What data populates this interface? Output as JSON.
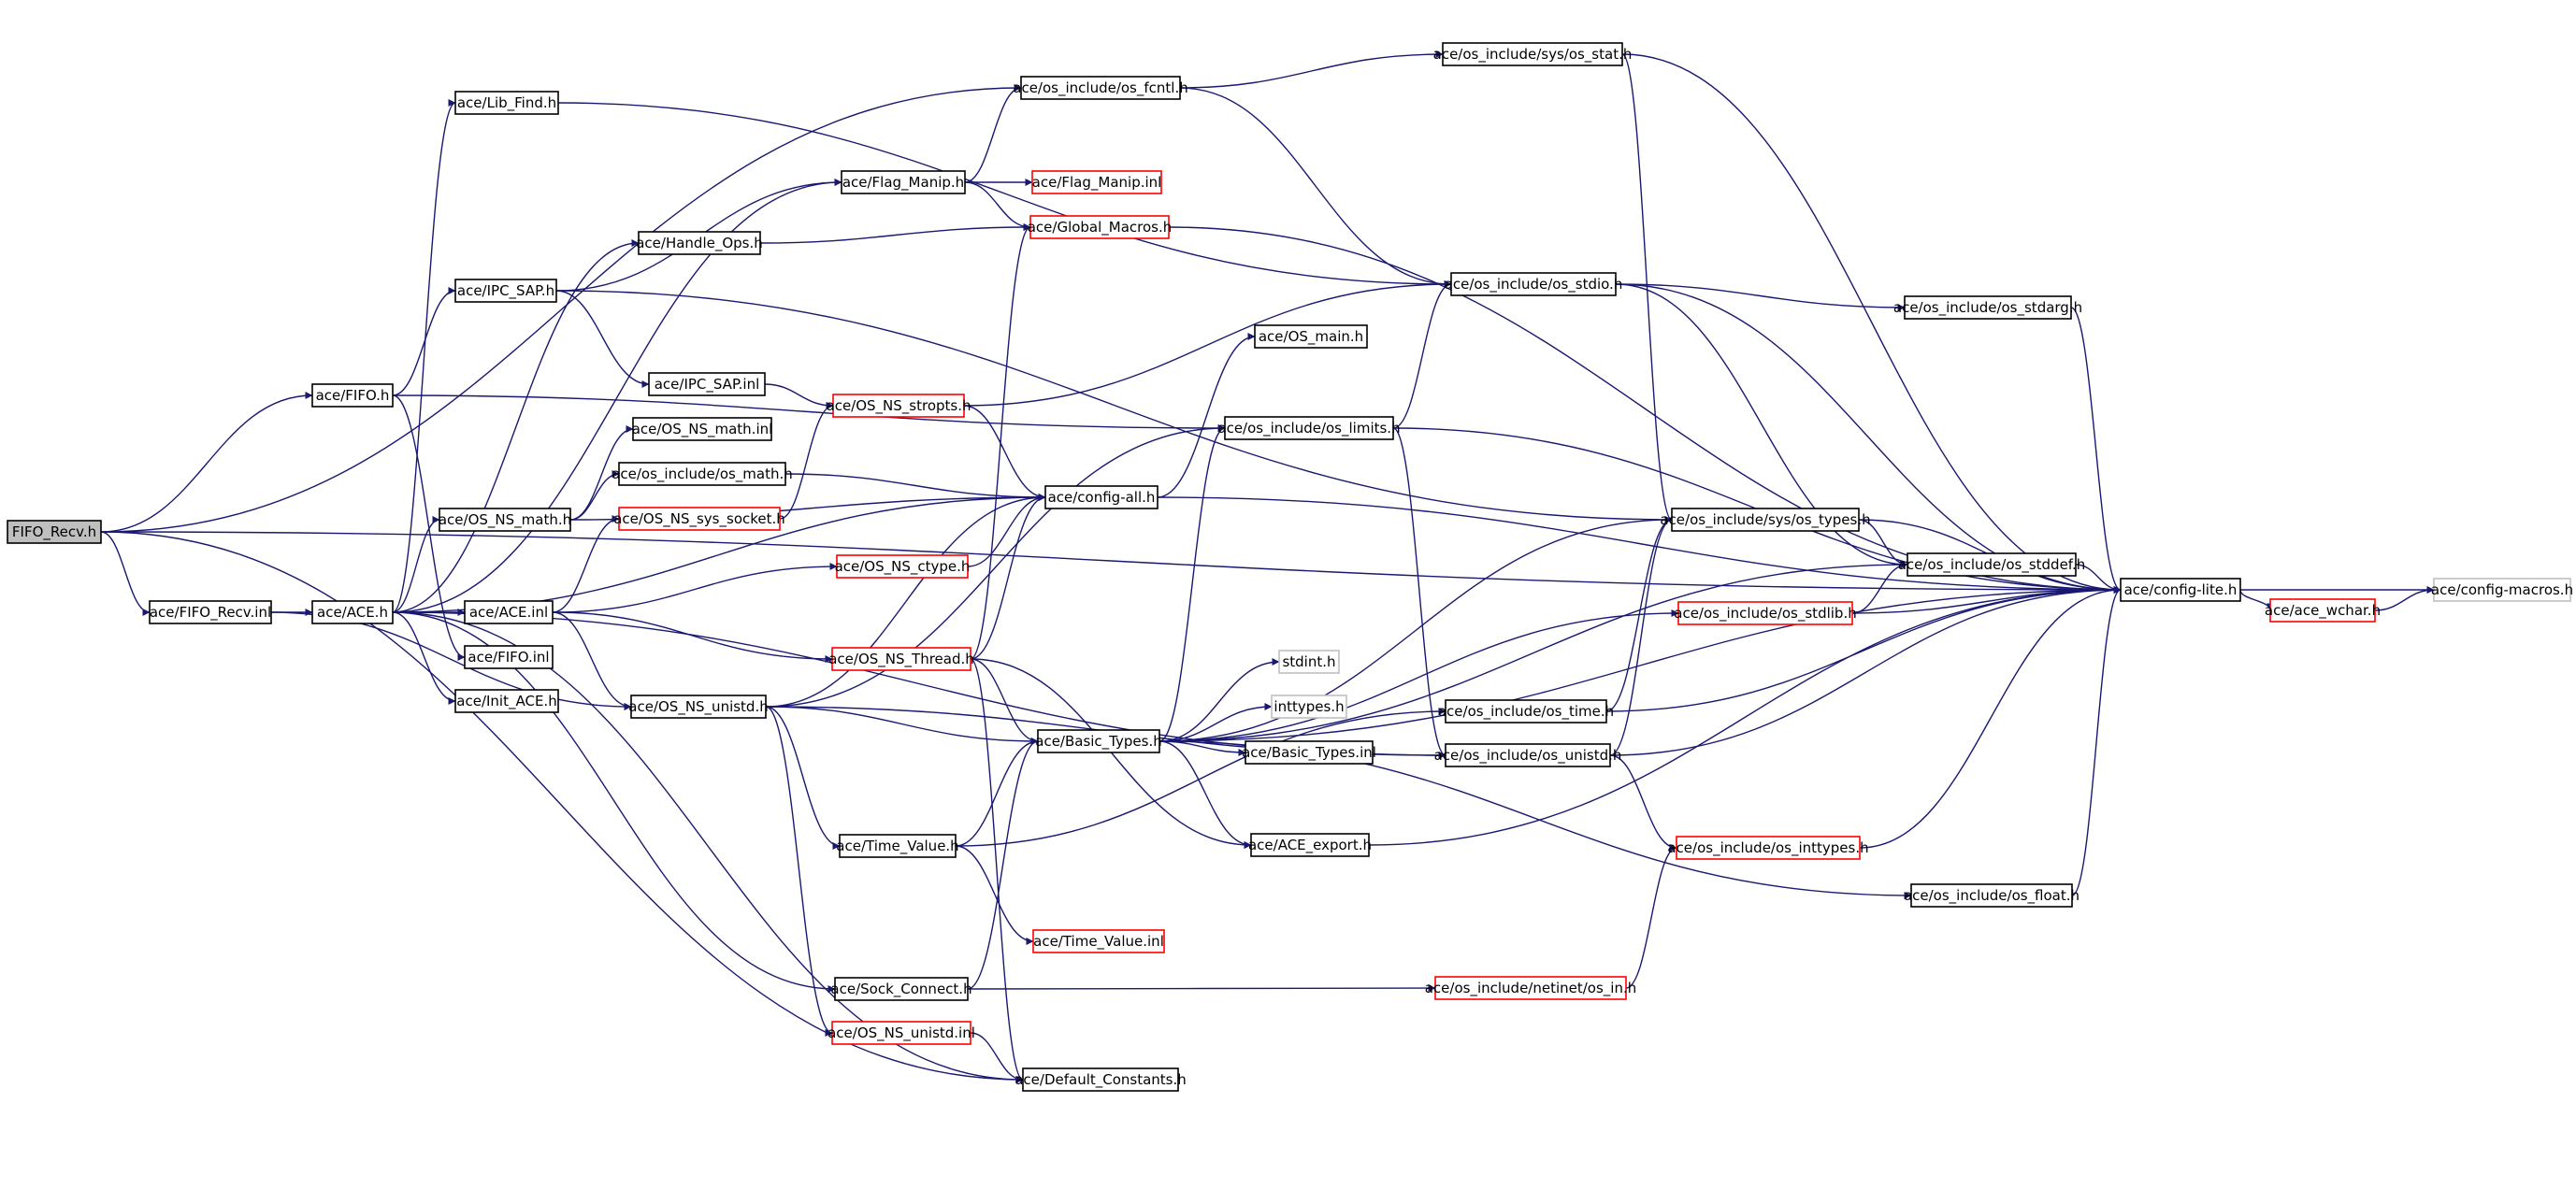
{
  "colors": {
    "edge": "#191970",
    "border_default": "#000000",
    "border_truncated": "#ff0000",
    "border_external": "#bfbfbf",
    "root_fill": "#bfbfbf",
    "node_fill": "#ffffff"
  },
  "nodes": [
    {
      "id": "n0",
      "label": "FIFO_Recv.h",
      "style": "root"
    },
    {
      "id": "n1",
      "label": "ace/FIFO.h",
      "style": "normal"
    },
    {
      "id": "n2",
      "label": "ace/FIFO_Recv.inl",
      "style": "normal"
    },
    {
      "id": "n3",
      "label": "ace/ACE.h",
      "style": "normal"
    },
    {
      "id": "n4",
      "label": "ace/Lib_Find.h",
      "style": "normal"
    },
    {
      "id": "n5",
      "label": "ace/IPC_SAP.h",
      "style": "normal"
    },
    {
      "id": "n6",
      "label": "ace/OS_NS_math.h",
      "style": "normal"
    },
    {
      "id": "n7",
      "label": "ace/ACE.inl",
      "style": "normal"
    },
    {
      "id": "n8",
      "label": "ace/FIFO.inl",
      "style": "normal"
    },
    {
      "id": "n9",
      "label": "ace/Init_ACE.h",
      "style": "normal"
    },
    {
      "id": "n10",
      "label": "ace/Flag_Manip.h",
      "style": "normal"
    },
    {
      "id": "n11",
      "label": "ace/Handle_Ops.h",
      "style": "normal"
    },
    {
      "id": "n12",
      "label": "ace/IPC_SAP.inl",
      "style": "normal"
    },
    {
      "id": "n13",
      "label": "ace/OS_NS_math.inl",
      "style": "normal"
    },
    {
      "id": "n14",
      "label": "ace/os_include/os_math.h",
      "style": "normal"
    },
    {
      "id": "n15",
      "label": "ace/OS_NS_sys_socket.h",
      "style": "truncated"
    },
    {
      "id": "n16",
      "label": "ace/OS_NS_unistd.h",
      "style": "normal"
    },
    {
      "id": "n17",
      "label": "ace/OS_NS_ctype.h",
      "style": "truncated"
    },
    {
      "id": "n18",
      "label": "ace/OS_NS_Thread.h",
      "style": "truncated"
    },
    {
      "id": "n19",
      "label": "ace/OS_NS_stropts.h",
      "style": "truncated"
    },
    {
      "id": "n20",
      "label": "ace/Time_Value.h",
      "style": "normal"
    },
    {
      "id": "n21",
      "label": "ace/Sock_Connect.h",
      "style": "normal"
    },
    {
      "id": "n22",
      "label": "ace/OS_NS_unistd.inl",
      "style": "truncated"
    },
    {
      "id": "n23",
      "label": "ace/os_include/os_fcntl.h",
      "style": "normal"
    },
    {
      "id": "n24",
      "label": "ace/Flag_Manip.inl",
      "style": "truncated"
    },
    {
      "id": "n25",
      "label": "ace/Global_Macros.h",
      "style": "truncated"
    },
    {
      "id": "n26",
      "label": "ace/config-all.h",
      "style": "normal"
    },
    {
      "id": "n27",
      "label": "ace/Basic_Types.h",
      "style": "normal"
    },
    {
      "id": "n28",
      "label": "ace/Time_Value.inl",
      "style": "truncated"
    },
    {
      "id": "n29",
      "label": "ace/Default_Constants.h",
      "style": "normal"
    },
    {
      "id": "n30",
      "label": "ace/OS_main.h",
      "style": "normal"
    },
    {
      "id": "n31",
      "label": "ace/os_include/os_limits.h",
      "style": "normal"
    },
    {
      "id": "n32",
      "label": "stdint.h",
      "style": "external"
    },
    {
      "id": "n33",
      "label": "inttypes.h",
      "style": "external"
    },
    {
      "id": "n34",
      "label": "ace/Basic_Types.inl",
      "style": "normal"
    },
    {
      "id": "n35",
      "label": "ace/ACE_export.h",
      "style": "normal"
    },
    {
      "id": "n36",
      "label": "ace/os_include/sys/os_stat.h",
      "style": "normal"
    },
    {
      "id": "n37",
      "label": "ace/os_include/os_stdio.h",
      "style": "normal"
    },
    {
      "id": "n38",
      "label": "ace/os_include/sys/os_types.h",
      "style": "normal"
    },
    {
      "id": "n39",
      "label": "ace/os_include/os_stdlib.h",
      "style": "truncated"
    },
    {
      "id": "n40",
      "label": "ace/os_include/os_time.h",
      "style": "normal"
    },
    {
      "id": "n41",
      "label": "ace/os_include/os_unistd.h",
      "style": "normal"
    },
    {
      "id": "n42",
      "label": "ace/os_include/os_inttypes.h",
      "style": "truncated"
    },
    {
      "id": "n43",
      "label": "ace/os_include/netinet/os_in.h",
      "style": "truncated"
    },
    {
      "id": "n44",
      "label": "ace/os_include/os_stdarg.h",
      "style": "normal"
    },
    {
      "id": "n45",
      "label": "ace/os_include/os_stddef.h",
      "style": "normal"
    },
    {
      "id": "n46",
      "label": "ace/os_include/os_float.h",
      "style": "normal"
    },
    {
      "id": "n47",
      "label": "ace/config-lite.h",
      "style": "normal"
    },
    {
      "id": "n48",
      "label": "ace/ace_wchar.h",
      "style": "truncated"
    },
    {
      "id": "n49",
      "label": "ace/config-macros.h",
      "style": "external"
    }
  ],
  "edges": [
    [
      "n0",
      "n1"
    ],
    [
      "n0",
      "n2"
    ],
    [
      "n0",
      "n23"
    ],
    [
      "n0",
      "n29"
    ],
    [
      "n0",
      "n47"
    ],
    [
      "n1",
      "n5"
    ],
    [
      "n1",
      "n8"
    ],
    [
      "n1",
      "n31"
    ],
    [
      "n2",
      "n3"
    ],
    [
      "n2",
      "n16"
    ],
    [
      "n3",
      "n4"
    ],
    [
      "n3",
      "n10"
    ],
    [
      "n3",
      "n11"
    ],
    [
      "n3",
      "n6"
    ],
    [
      "n3",
      "n7"
    ],
    [
      "n3",
      "n9"
    ],
    [
      "n3",
      "n21"
    ],
    [
      "n3",
      "n29"
    ],
    [
      "n3",
      "n26"
    ],
    [
      "n3",
      "n41"
    ],
    [
      "n4",
      "n37"
    ],
    [
      "n5",
      "n10"
    ],
    [
      "n5",
      "n12"
    ],
    [
      "n5",
      "n38"
    ],
    [
      "n6",
      "n13"
    ],
    [
      "n6",
      "n14"
    ],
    [
      "n6",
      "n26"
    ],
    [
      "n7",
      "n15"
    ],
    [
      "n7",
      "n16"
    ],
    [
      "n7",
      "n17"
    ],
    [
      "n7",
      "n18"
    ],
    [
      "n10",
      "n24"
    ],
    [
      "n10",
      "n25"
    ],
    [
      "n10",
      "n23"
    ],
    [
      "n11",
      "n25"
    ],
    [
      "n12",
      "n19"
    ],
    [
      "n14",
      "n26"
    ],
    [
      "n15",
      "n19"
    ],
    [
      "n16",
      "n27"
    ],
    [
      "n16",
      "n20"
    ],
    [
      "n16",
      "n22"
    ],
    [
      "n16",
      "n26"
    ],
    [
      "n16",
      "n31"
    ],
    [
      "n16",
      "n41"
    ],
    [
      "n17",
      "n26"
    ],
    [
      "n18",
      "n27"
    ],
    [
      "n18",
      "n26"
    ],
    [
      "n18",
      "n25"
    ],
    [
      "n18",
      "n29"
    ],
    [
      "n18",
      "n35"
    ],
    [
      "n19",
      "n26"
    ],
    [
      "n19",
      "n37"
    ],
    [
      "n20",
      "n27"
    ],
    [
      "n20",
      "n28"
    ],
    [
      "n20",
      "n40"
    ],
    [
      "n21",
      "n27"
    ],
    [
      "n21",
      "n43"
    ],
    [
      "n22",
      "n29"
    ],
    [
      "n23",
      "n36"
    ],
    [
      "n23",
      "n37"
    ],
    [
      "n25",
      "n47"
    ],
    [
      "n26",
      "n30"
    ],
    [
      "n26",
      "n47"
    ],
    [
      "n27",
      "n32"
    ],
    [
      "n27",
      "n33"
    ],
    [
      "n27",
      "n34"
    ],
    [
      "n27",
      "n35"
    ],
    [
      "n27",
      "n31"
    ],
    [
      "n27",
      "n38"
    ],
    [
      "n27",
      "n45"
    ],
    [
      "n27",
      "n39"
    ],
    [
      "n27",
      "n47"
    ],
    [
      "n27",
      "n46"
    ],
    [
      "n31",
      "n37"
    ],
    [
      "n31",
      "n41"
    ],
    [
      "n31",
      "n47"
    ],
    [
      "n35",
      "n47"
    ],
    [
      "n36",
      "n38"
    ],
    [
      "n36",
      "n47"
    ],
    [
      "n37",
      "n44"
    ],
    [
      "n37",
      "n45"
    ],
    [
      "n37",
      "n47"
    ],
    [
      "n38",
      "n45"
    ],
    [
      "n38",
      "n47"
    ],
    [
      "n39",
      "n45"
    ],
    [
      "n39",
      "n47"
    ],
    [
      "n40",
      "n38"
    ],
    [
      "n40",
      "n47"
    ],
    [
      "n41",
      "n38"
    ],
    [
      "n41",
      "n42"
    ],
    [
      "n41",
      "n47"
    ],
    [
      "n42",
      "n47"
    ],
    [
      "n43",
      "n42"
    ],
    [
      "n44",
      "n47"
    ],
    [
      "n45",
      "n47"
    ],
    [
      "n46",
      "n47"
    ],
    [
      "n47",
      "n48"
    ],
    [
      "n47",
      "n49"
    ],
    [
      "n48",
      "n49"
    ]
  ]
}
